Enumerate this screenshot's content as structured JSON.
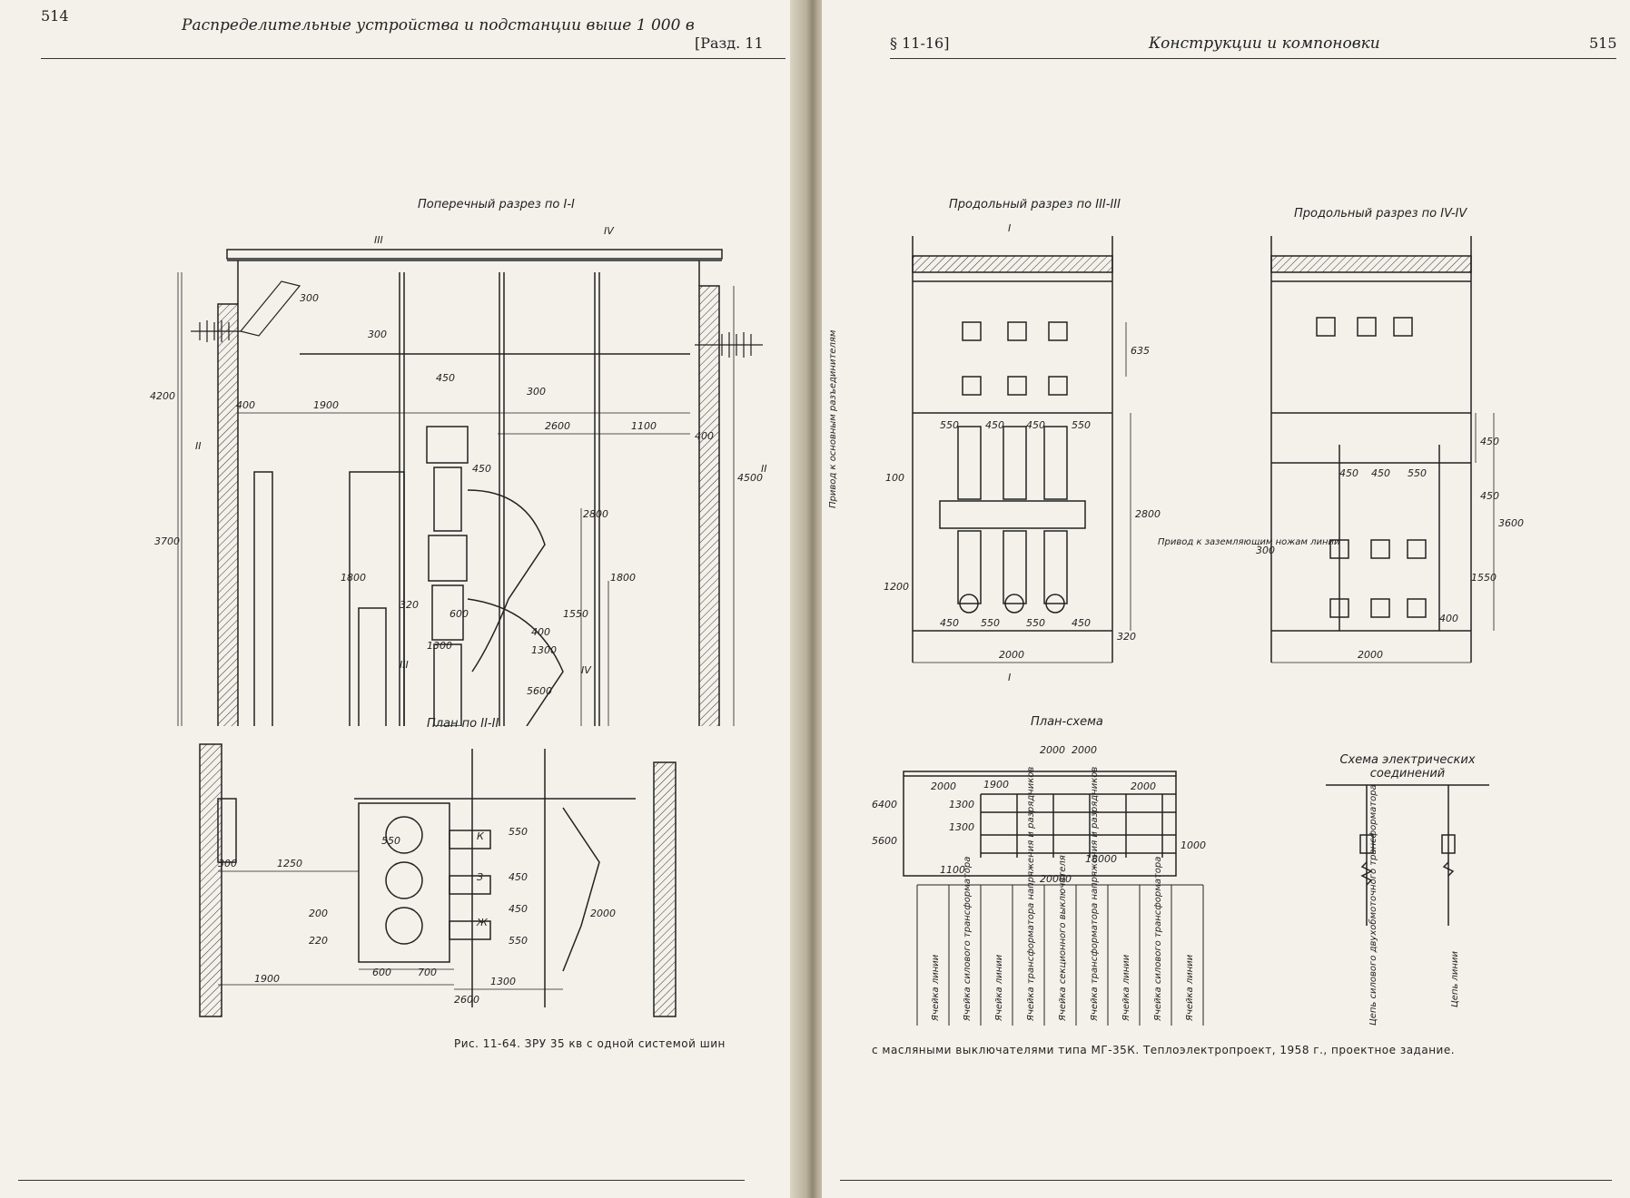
{
  "left_page": {
    "page_number": "514",
    "running_title": "Распределительные устройства и подстанции выше 1 000 в",
    "section": "[Разд. 11",
    "fig_cross_section_title": "Поперечный разрез по I-I",
    "fig_plan_title": "План по II-II",
    "caption": "Рис. 11-64. ЗРУ 35 кв с одной системой шин",
    "cross_labels": {
      "roman_III": "III",
      "roman_IV": "IV",
      "roman_II": "II",
      "d300a": "300",
      "d300b": "300",
      "d300c": "300",
      "d400a": "400",
      "d400b": "400",
      "d400c": "400",
      "d1900": "1900",
      "d2600": "2600",
      "d1100": "1100",
      "d4200": "4200",
      "d3700": "3700",
      "d4500": "4500",
      "d2800": "2800",
      "d1800a": "1800",
      "d1800b": "1800",
      "d1550": "1550",
      "d600": "600",
      "d320": "320",
      "d1300a": "1300",
      "d1300b": "1300",
      "d5600": "5600",
      "d450a": "450",
      "d450b": "450"
    },
    "plan_labels": {
      "d300": "300",
      "d1250": "1250",
      "d550a": "550",
      "d550b": "550",
      "d550c": "550",
      "d450a": "450",
      "d450b": "450",
      "d200": "200",
      "d220": "220",
      "d600": "600",
      "d700": "700",
      "d1300": "1300",
      "d1900": "1900",
      "d2600": "2600",
      "d2000": "2000",
      "phase_k": "К",
      "phase_z": "З",
      "phase_zh": "Ж"
    }
  },
  "right_page": {
    "page_number": "515",
    "section": "§ 11-16]",
    "running_title": "Конструкции и компоновки",
    "fig_long_III": "Продольный разрез по III-III",
    "fig_long_IV": "Продольный разрез по IV-IV",
    "fig_plan_scheme": "План-схема",
    "fig_electric": "Схема электрических соединений",
    "caption": "с масляными выключателями типа МГ-35К. Теплоэлектропроект, 1958 г., проектное задание.",
    "long_III_labels": {
      "d635": "635",
      "d550a": "550",
      "d450a": "450",
      "d450b": "450",
      "d550b": "550",
      "d100": "100",
      "d2800": "2800",
      "d1200": "1200",
      "d320": "320",
      "d450c": "450",
      "d550c": "550",
      "d550d": "550",
      "d450d": "450",
      "d2000": "2000",
      "sec_mark_top": "I",
      "sec_mark_bot": "I",
      "drive_main": "Привод к основным разъединителям",
      "drive_ground": "Привод к заземляющим ножам линии"
    },
    "long_IV_labels": {
      "d450a": "450",
      "d450b": "450",
      "d450c": "450",
      "d550": "550",
      "d450d": "450",
      "d3600": "3600",
      "d1550": "1550",
      "d400": "400",
      "d300": "300",
      "d2000": "2000"
    },
    "plan_scheme_labels": {
      "d2000a": "2000",
      "d2000b": "2000",
      "d2000c": "2000",
      "d2000d": "2000",
      "d6400": "6400",
      "d5600": "5600",
      "d1300a": "1300",
      "d1300b": "1300",
      "d1900": "1900",
      "d1000": "1000",
      "d1100": "1100",
      "d18000": "18000",
      "d20000": "20000"
    },
    "cells": [
      "Ячейка линии",
      "Ячейка силового трансформатора",
      "Ячейка линии",
      "Ячейка трансформатора напряжения и разрядников",
      "Ячейка секционного выключателя",
      "Ячейка трансформатора напряжения и разрядников",
      "Ячейка линии",
      "Ячейка силового трансформатора",
      "Ячейка линии"
    ],
    "electric_labels": {
      "transformer_circuit": "Цепь силового двухобмоточного трансформатора",
      "line_circuit": "Цепь линии"
    }
  }
}
